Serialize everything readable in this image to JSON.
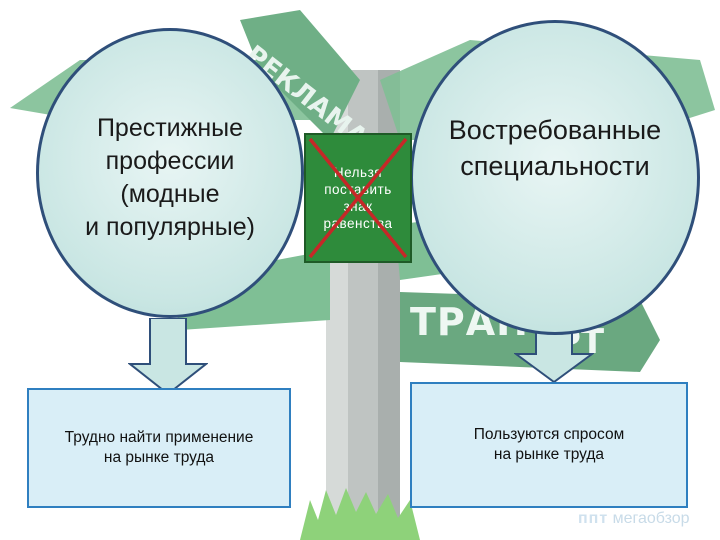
{
  "left_circle": {
    "lines": [
      "Престижные",
      "профессии",
      "(модные",
      "и популярные)"
    ]
  },
  "right_circle": {
    "lines": [
      "Востребованные",
      "специальности"
    ]
  },
  "center_sign": {
    "text": "Нельзя\nпоставить\nзнак\nравенства"
  },
  "left_box": {
    "lines": [
      "Трудно найти применение",
      "на рынке труда"
    ]
  },
  "right_box": {
    "lines": [
      "Пользуются спросом",
      "на рынке труда"
    ]
  },
  "road_signs": {
    "transport_part1": "ТРАНС",
    "transport_part2": "РТ",
    "reklama": "РЕКЛАМА"
  },
  "logo": {
    "mark": "ппт",
    "name": "мегаобзор"
  },
  "colors": {
    "circle_border": "#2f4f7a",
    "sign_green": "#2e8b3b",
    "cross_red": "#c62828",
    "arrow_fill": "#c9e6e3",
    "box_border": "#2f7fc0"
  }
}
